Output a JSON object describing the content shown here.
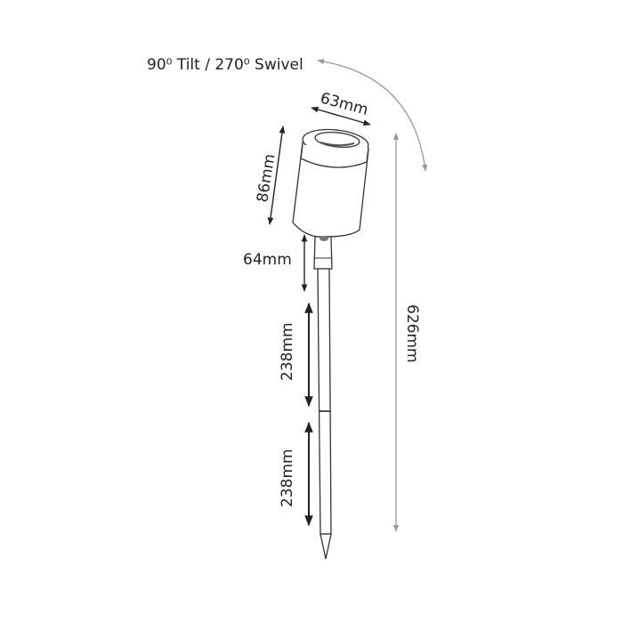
{
  "title": "90⁰ Tilt / 270⁰ Swivel",
  "dimensions": {
    "head_width": "63mm",
    "head_height": "86mm",
    "neck_length": "64mm",
    "stake_upper": "238mm",
    "stake_lower": "238mm",
    "overall_height": "626mm"
  },
  "colors": {
    "line": "#333333",
    "guide": "#999999"
  }
}
